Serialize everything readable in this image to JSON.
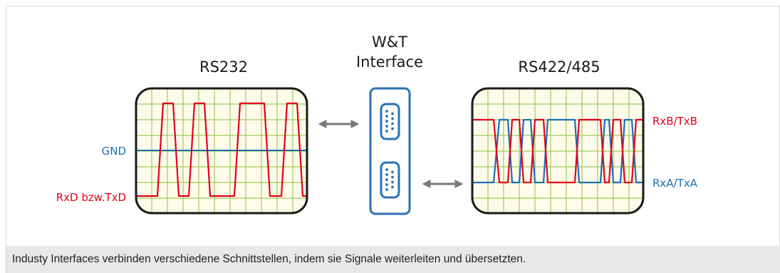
{
  "diagram": {
    "left_title": "RS232",
    "middle_title_line1": "W&T",
    "middle_title_line2": "Interface",
    "right_title": "RS422/485",
    "left_labels": {
      "gnd": "GND",
      "rxd": "RxD bzw.TxD"
    },
    "right_labels": {
      "rxb": "RxB/TxB",
      "rxa": "RxA/TxA"
    }
  },
  "caption": "Industy Interfaces verbinden verschiedene Schnittstellen, indem sie Signale weiterleiten und übersetzten.",
  "colors": {
    "signal_red": "#e3001b",
    "signal_blue": "#1d6fb8",
    "label_blue": "#1d70b7",
    "grid_green": "#9ccc5c",
    "screen_bg": "#fffbea",
    "outline": "#1a1a1a",
    "arrow": "#7a7a7a",
    "connector_blue": "#2a72b5",
    "caption_bg": "#e8e8e8"
  }
}
